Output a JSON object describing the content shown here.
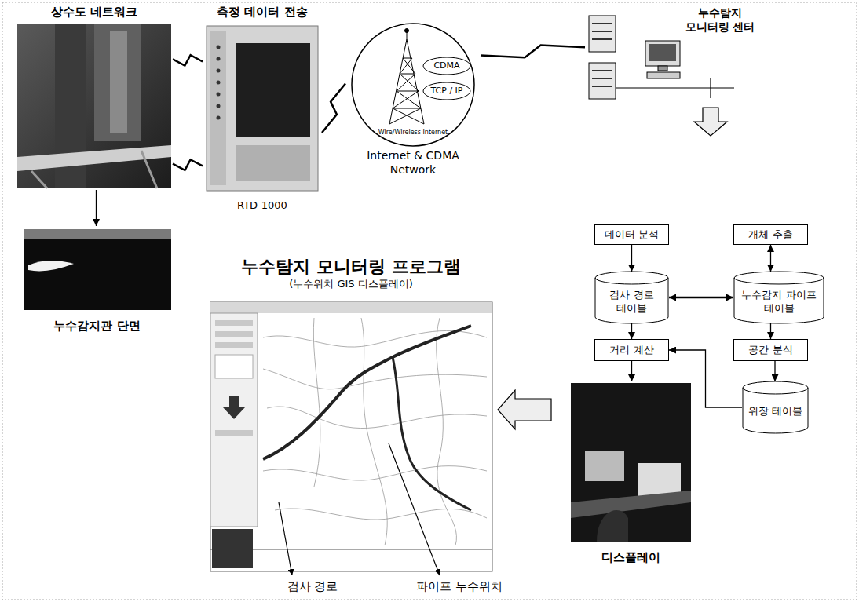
{
  "diagram": {
    "nodes": [
      {
        "text": [
          "상수도 네트워크"
        ]
      },
      {
        "text": [
          "측정 데이터 전송",
          "RTD-1000"
        ]
      },
      {
        "text": [
          "Wire/Wireless Internet",
          "Internet & CDMA Network"
        ]
      },
      {
        "text": [
          "CDMA"
        ],
        "in": 2
      },
      {
        "text": [
          "TCP / IP"
        ],
        "in": 2
      },
      {
        "text": [
          "누수탐지 모니터링 센터"
        ]
      },
      {
        "text": [
          "누수감지관 단면"
        ]
      },
      {
        "text": [
          "누수탐지 모니터링 프로그램",
          "(누수위치 GIS 디스플레이)"
        ]
      },
      {
        "text": [
          "데이터 분석"
        ]
      },
      {
        "text": [
          "개체 추출"
        ]
      },
      {
        "text": [
          "검사 경로 테이블"
        ]
      },
      {
        "text": [
          "누수감지 파이프 테이블"
        ]
      },
      {
        "text": [
          "거리 계산"
        ]
      },
      {
        "text": [
          "공간 분석"
        ]
      },
      {
        "text": [
          "위장 테이블"
        ]
      },
      {
        "text": [
          "디스플레이"
        ]
      }
    ],
    "edges": [
      {
        "from": 0,
        "to": 1,
        "arrow": "none"
      },
      {
        "from": 0,
        "to": 1,
        "arrow": "none"
      },
      {
        "from": 1,
        "to": 2,
        "arrow": "none"
      },
      {
        "from": 2,
        "to": 5,
        "arrow": "none"
      },
      {
        "from": 0,
        "to": 6,
        "arrow": "to"
      },
      {
        "from": 8,
        "to": 10,
        "arrow": "to"
      },
      {
        "from": 9,
        "to": 11,
        "arrow": "both"
      },
      {
        "from": 10,
        "to": 11,
        "arrow": "both"
      },
      {
        "from": 10,
        "to": 12,
        "arrow": "to"
      },
      {
        "from": 11,
        "to": 13,
        "arrow": "to"
      },
      {
        "from": 13,
        "to": 14,
        "arrow": "to"
      },
      {
        "from": 14,
        "to": 12,
        "arrow": "to"
      },
      {
        "from": 12,
        "to": 15,
        "arrow": "to"
      }
    ],
    "labels": [
      "검사 경로",
      "파이프 누수위치"
    ]
  }
}
